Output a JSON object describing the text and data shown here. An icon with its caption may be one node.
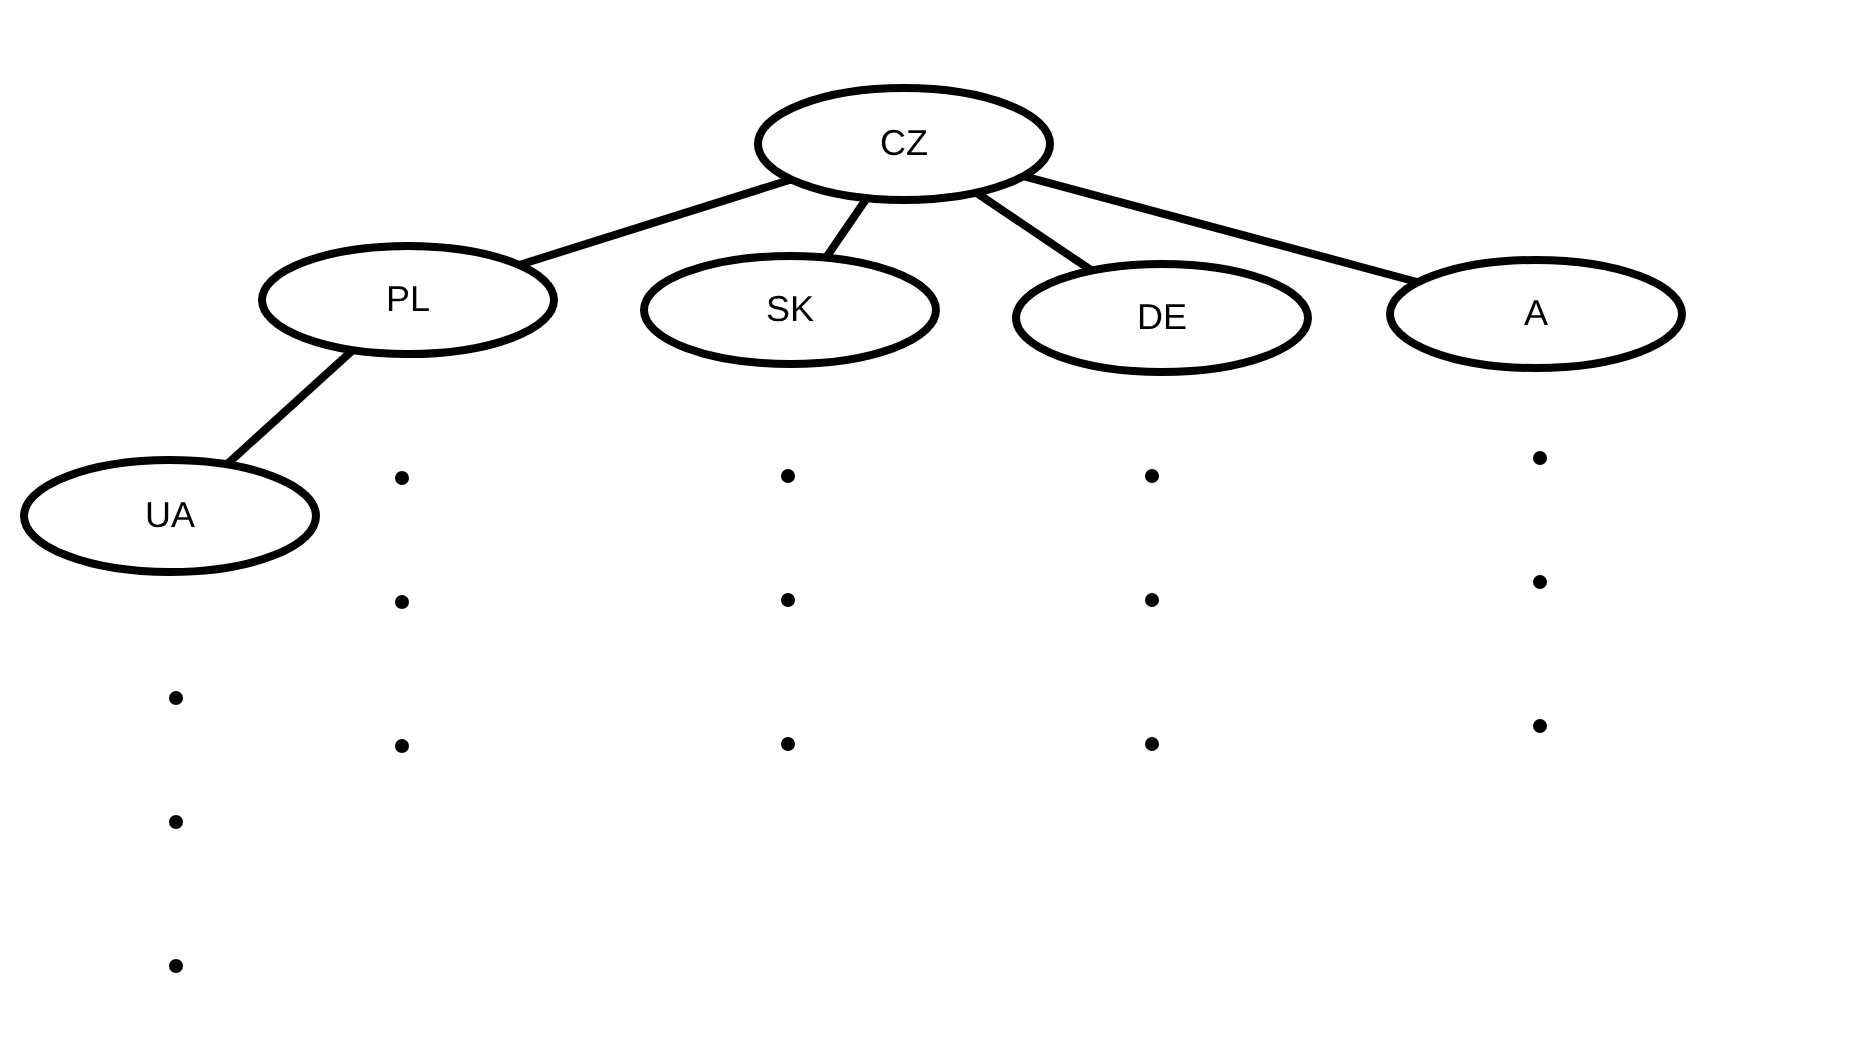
{
  "diagram": {
    "nodes": [
      {
        "text": [
          "CZ"
        ]
      },
      {
        "text": [
          "PL"
        ]
      },
      {
        "text": [
          "SK"
        ]
      },
      {
        "text": [
          "DE"
        ]
      },
      {
        "text": [
          "A"
        ]
      },
      {
        "text": [
          "UA"
        ]
      }
    ],
    "edges": [
      {
        "from": 0,
        "to": 1,
        "arrow": "none"
      },
      {
        "from": 0,
        "to": 2,
        "arrow": "none"
      },
      {
        "from": 0,
        "to": 3,
        "arrow": "none"
      },
      {
        "from": 0,
        "to": 4,
        "arrow": "none"
      },
      {
        "from": 1,
        "to": 5,
        "arrow": "none"
      }
    ]
  }
}
